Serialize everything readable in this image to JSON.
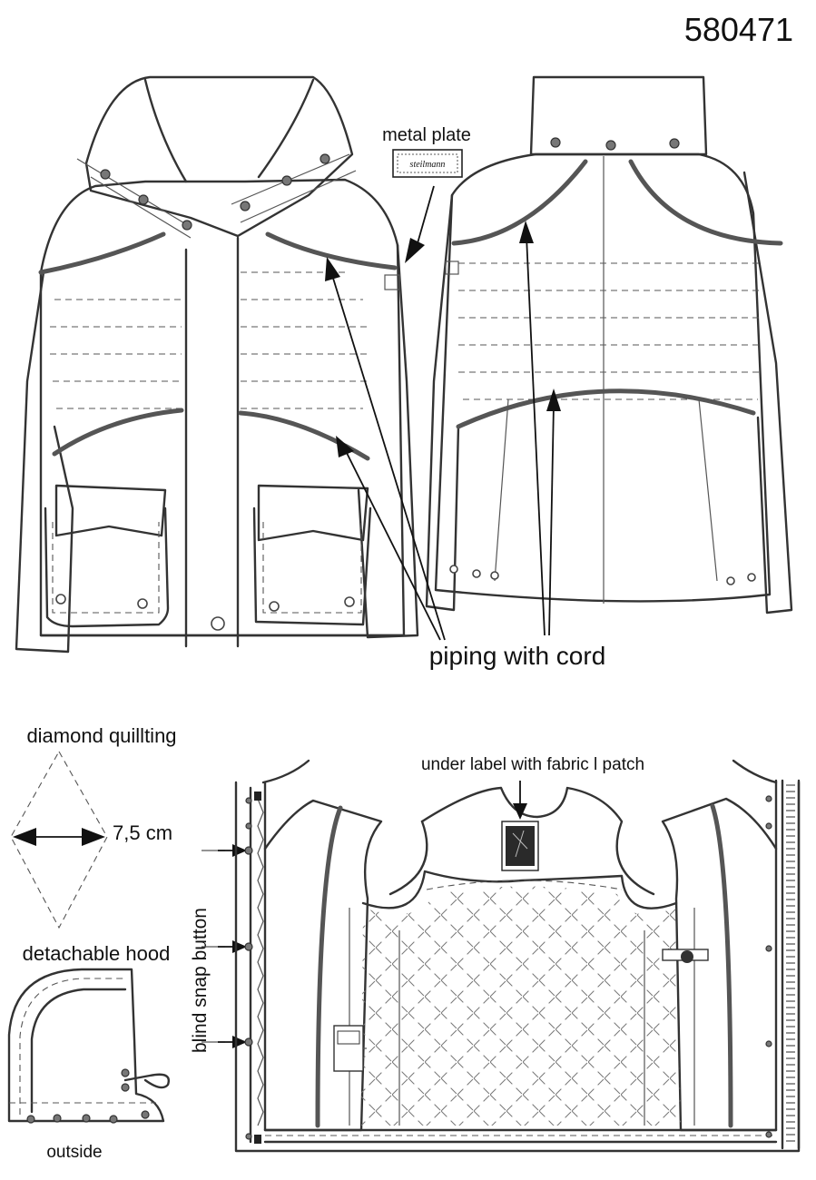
{
  "article_number": "580471",
  "labels": {
    "metal_plate": "metal plate",
    "plate_brand": "steilmann",
    "piping": "piping with cord",
    "diamond_quilting": "diamond quillting",
    "quilt_size": "7,5 cm",
    "detachable_hood": "detachable hood",
    "outside": "outside",
    "blind_snap": "blind snap button",
    "under_label": "under label with fabric l patch"
  }
}
